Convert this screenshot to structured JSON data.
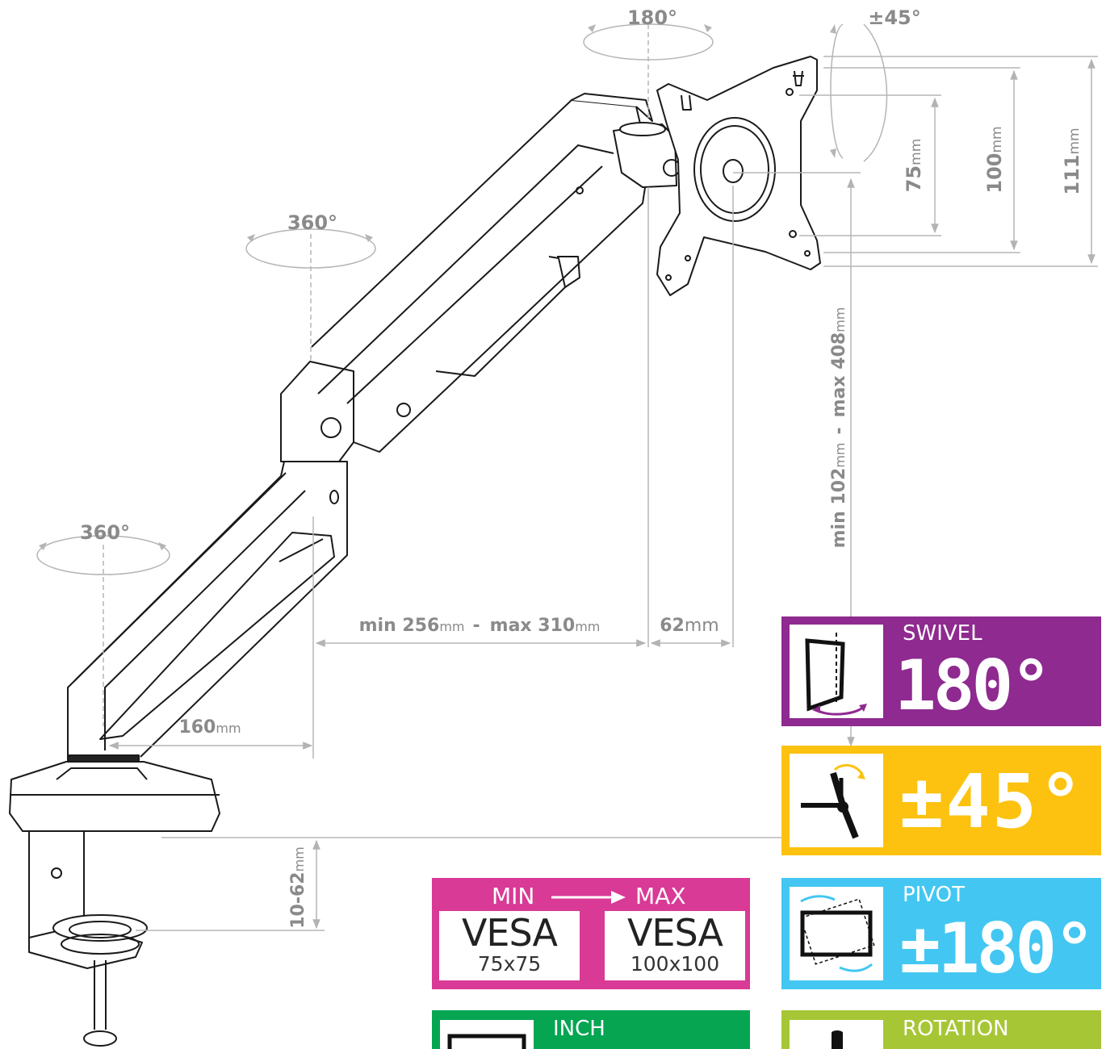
{
  "dimensions": {
    "swivel_top": "180°",
    "tilt_top": "±45°",
    "rotation_mid": "360°",
    "rotation_base": "360°",
    "v75": {
      "value": "75",
      "unit": "mm"
    },
    "v100": {
      "value": "100",
      "unit": "mm"
    },
    "v111": {
      "value": "111",
      "unit": "mm"
    },
    "height_range": {
      "min_label": "min 102",
      "min_unit": "mm",
      "sep": "-",
      "max_label": "max 408",
      "max_unit": "mm"
    },
    "reach_range": {
      "min_label": "min 256",
      "min_unit": "mm",
      "sep": "-",
      "max_label": "max 310",
      "max_unit": "mm"
    },
    "offset": {
      "value": "62",
      "unit": "mm"
    },
    "base_offset": {
      "value": "160",
      "unit": "mm"
    },
    "clamp": {
      "value": "10-62",
      "unit": "mm"
    }
  },
  "badges": {
    "swivel": {
      "label": "SWIVEL",
      "value": "180°",
      "color": "#8e2a90"
    },
    "tilt": {
      "value": "±45°",
      "color": "#fcc20f"
    },
    "pivot": {
      "label": "PIVOT",
      "value": "±180°",
      "color": "#43c7f2"
    },
    "inch": {
      "label": "INCH",
      "color": "#05a552"
    },
    "rotation": {
      "label": "ROTATION",
      "color": "#a7c636"
    }
  },
  "vesa": {
    "min": "MIN",
    "max": "MAX",
    "color": "#d83a95",
    "left": {
      "title": "VESA",
      "size": "75x75"
    },
    "right": {
      "title": "VESA",
      "size": "100x100"
    }
  }
}
